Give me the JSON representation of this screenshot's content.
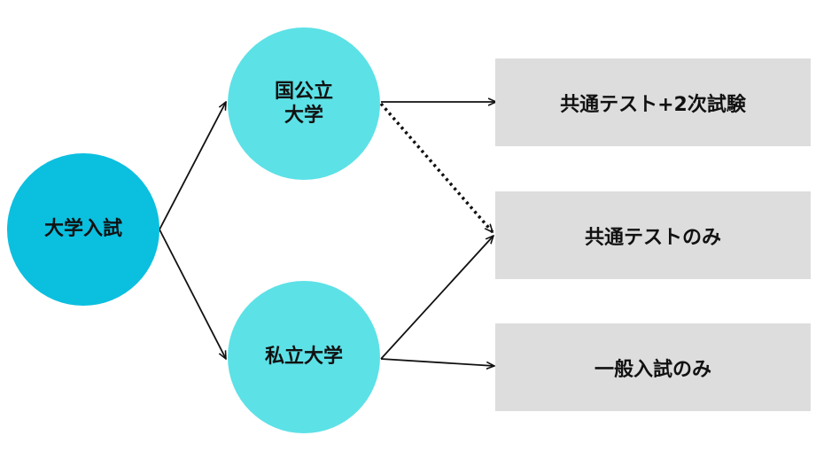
{
  "nodes": {
    "root": {
      "label": "大学入試",
      "color": "#0bbfdf"
    },
    "national": {
      "line1": "国公立",
      "line2": "大学",
      "color": "#5ce1e6"
    },
    "private": {
      "label": "私立大学",
      "color": "#5ce1e6"
    }
  },
  "outcomes": [
    {
      "label": "共通テスト+2次試験"
    },
    {
      "label": "共通テストのみ"
    },
    {
      "label": "一般入試のみ"
    }
  ],
  "edges": [
    {
      "from": "root",
      "to": "national",
      "style": "solid"
    },
    {
      "from": "root",
      "to": "private",
      "style": "solid"
    },
    {
      "from": "national",
      "to": "outcome-1",
      "style": "solid"
    },
    {
      "from": "national",
      "to": "outcome-2",
      "style": "dotted"
    },
    {
      "from": "private",
      "to": "outcome-2",
      "style": "solid"
    },
    {
      "from": "private",
      "to": "outcome-3",
      "style": "solid"
    }
  ],
  "colors": {
    "outcome_box": "#dddddd",
    "arrow": "#111111"
  }
}
